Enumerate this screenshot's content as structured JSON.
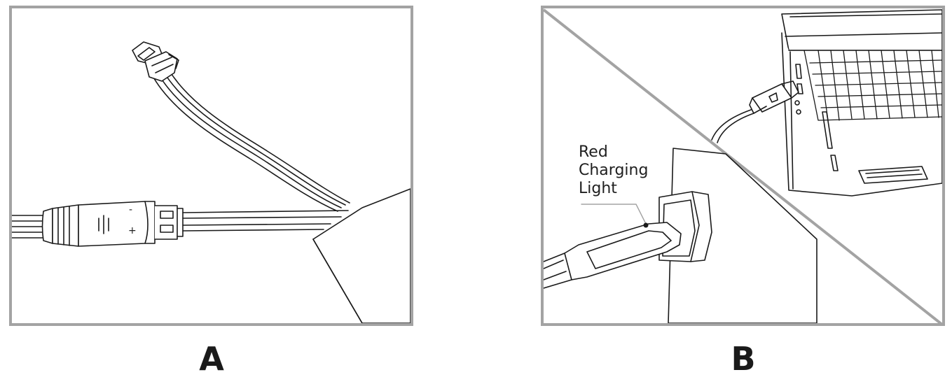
{
  "panels": [
    {
      "letter": "A",
      "connector_marks": {
        "minus": "-",
        "plus": "+"
      }
    },
    {
      "letter": "B",
      "callout_lines": [
        "Red",
        "Charging",
        "Light"
      ]
    }
  ]
}
